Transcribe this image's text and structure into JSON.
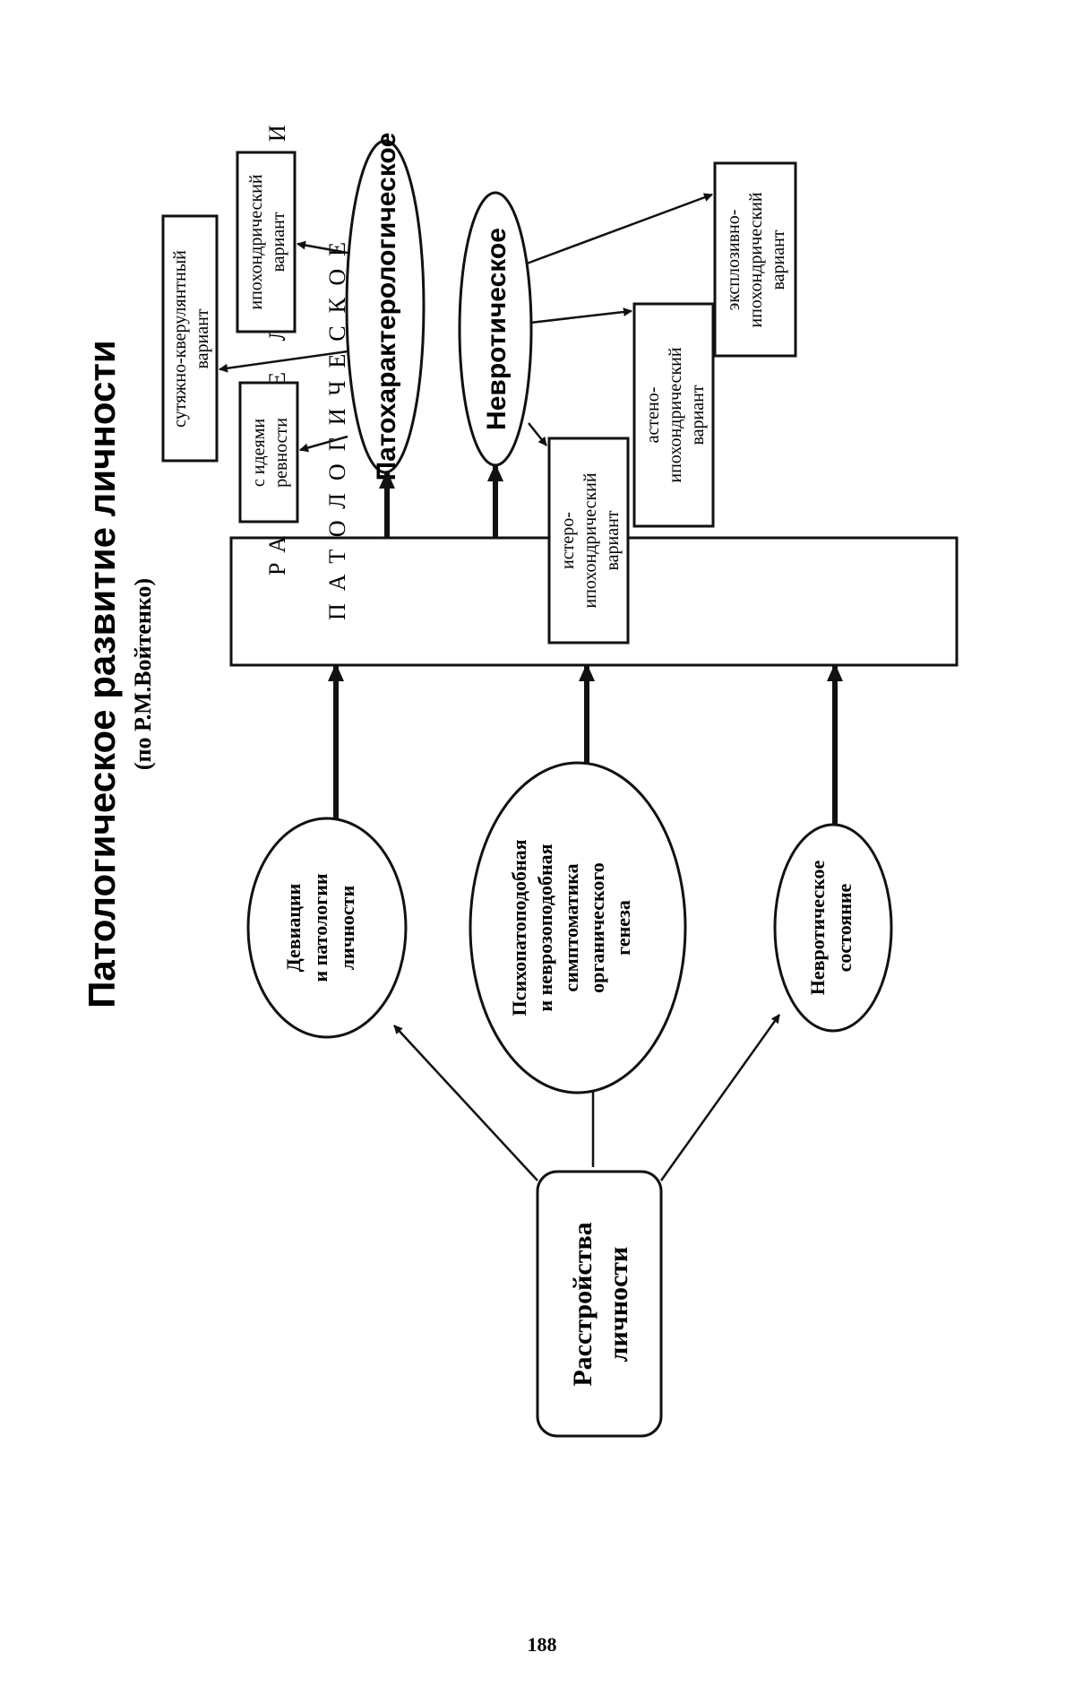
{
  "title": "Патологическое развитие личности",
  "subtitle": "(по Р.М.Войтенко)",
  "root": {
    "line1": "Расстройства",
    "line2": "личности"
  },
  "causes": {
    "deviation": {
      "line1": "Девиации",
      "line2": "и патологии",
      "line3": "личности"
    },
    "organic": {
      "line1": "Психопатоподобная",
      "line2": "и неврозоподобная",
      "line3": "симптоматика",
      "line4": "органического",
      "line5": "генеза"
    },
    "neurotic_state": {
      "line1": "Невротическое",
      "line2": "состояние"
    }
  },
  "central": {
    "line1": "ПАТОЛОГИЧЕСКОЕ",
    "line2": "РАЗВИТИЕ ЛИЧНОСТИ"
  },
  "types": {
    "patochar": "Патохарактерологическое",
    "neurotic": "Невротическое"
  },
  "variants": {
    "jealousy": {
      "line1": "с идеями",
      "line2": "ревности"
    },
    "litigious": {
      "line1": "сутяжно-кверулянтный",
      "line2": "вариант"
    },
    "hypochondriac": {
      "line1": "ипохондрический",
      "line2": "вариант"
    },
    "hysterical": {
      "line1": "истеро-",
      "line2": "ипохондрический",
      "line3": "вариант"
    },
    "asthenic": {
      "line1": "астено-",
      "line2": "ипохондрический",
      "line3": "вариант"
    },
    "explosive": {
      "line1": "эксплозивно-",
      "line2": "ипохондрический",
      "line3": "вариант"
    }
  },
  "page_number": "188"
}
